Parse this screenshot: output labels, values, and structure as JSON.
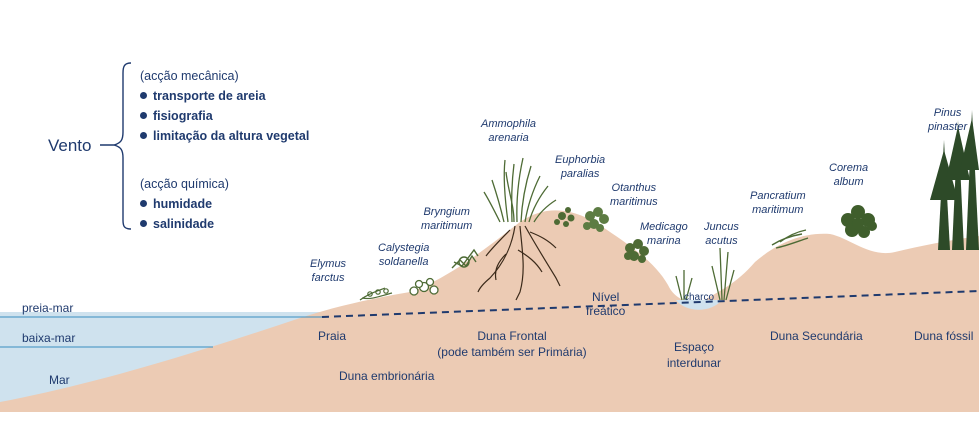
{
  "wind": {
    "title": "Vento",
    "mechanical": {
      "heading": "(acção mecânica)",
      "items": [
        "transporte de areia",
        "fisiografia",
        "limitação da altura vegetal"
      ]
    },
    "chemical": {
      "heading": "(acção química)",
      "items": [
        "humidade",
        "salinidade"
      ]
    }
  },
  "water": {
    "high_tide": "preia-mar",
    "low_tide": "baixa-mar",
    "sea": "Mar",
    "water_table": [
      "Nível",
      "freático"
    ],
    "pond": "charco"
  },
  "zones": {
    "beach": "Praia",
    "embryonic": "Duna embrionária",
    "frontal": [
      "Duna Frontal",
      "(pode também ser Primária)"
    ],
    "interdune": [
      "Espaço",
      "interdunar"
    ],
    "secondary": "Duna Secundária",
    "fossil": "Duna fóssil"
  },
  "species": {
    "elymus": [
      "Elymus",
      "farctus"
    ],
    "calystegia": [
      "Calystegia",
      "soldanella"
    ],
    "bryngium": [
      "Bryngium",
      "maritimum"
    ],
    "ammophila": [
      "Ammophila",
      "arenaria"
    ],
    "euphorbia": [
      "Euphorbia",
      "paralias"
    ],
    "otanthus": [
      "Otanthus",
      "maritimus"
    ],
    "medicago": [
      "Medicago",
      "marina"
    ],
    "juncus": [
      "Juncus",
      "acutus"
    ],
    "pancratium": [
      "Pancratium",
      "maritimum"
    ],
    "corema": [
      "Corema",
      "album"
    ],
    "pinus": [
      "Pinus",
      "pinaster"
    ]
  },
  "colors": {
    "sand": "#eccbb4",
    "sea": "#cfe2ee",
    "text": "#1f3a6e",
    "line": "#1f3a6e",
    "tide_line": "#3a8fc0",
    "vegetation": "#4e6b35",
    "pine": "#2d4a28"
  }
}
